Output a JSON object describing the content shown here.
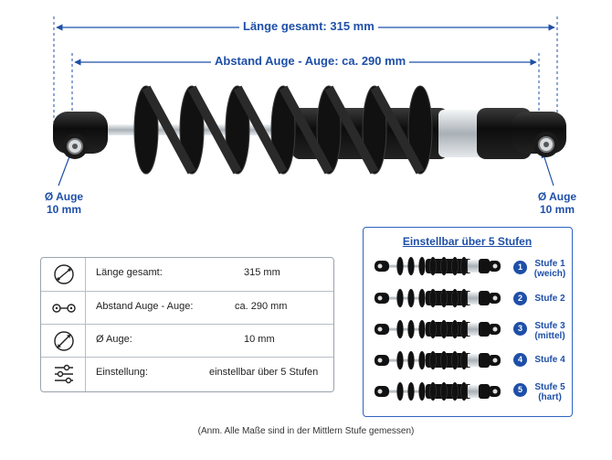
{
  "dimensions": {
    "total_length_label": "Länge gesamt: 315 mm",
    "eye_distance_label": "Abstand Auge - Auge: ca. 290 mm",
    "left_eye": {
      "line1": "Ø Auge",
      "line2": "10 mm"
    },
    "right_eye": {
      "line1": "Ø Auge",
      "line2": "10 mm"
    }
  },
  "specs": [
    {
      "icon": "length-icon",
      "label": "Länge gesamt:",
      "value": "315 mm"
    },
    {
      "icon": "eye-distance-icon",
      "label": "Abstand Auge - Auge:",
      "value": "ca. 290 mm"
    },
    {
      "icon": "diameter-icon",
      "label": "Ø Auge:",
      "value": "10 mm"
    },
    {
      "icon": "adjust-sliders-icon",
      "label": "Einstellung:",
      "value": "einstellbar über 5 Stufen"
    }
  ],
  "adjustment": {
    "title": "Einstellbar über 5 Stufen",
    "steps": [
      {
        "number": "1",
        "label": "Stufe 1",
        "sub": "(weich)"
      },
      {
        "number": "2",
        "label": "Stufe 2",
        "sub": ""
      },
      {
        "number": "3",
        "label": "Stufe 3",
        "sub": "(mittel)"
      },
      {
        "number": "4",
        "label": "Stufe 4",
        "sub": ""
      },
      {
        "number": "5",
        "label": "Stufe 5",
        "sub": "(hart)"
      }
    ]
  },
  "footnote": "(Anm. Alle Maße sind in der Mittlern Stufe gemessen)",
  "colors": {
    "accent": "#1e4fa8",
    "spring": "#111111",
    "chrome": "#c9ced3"
  }
}
